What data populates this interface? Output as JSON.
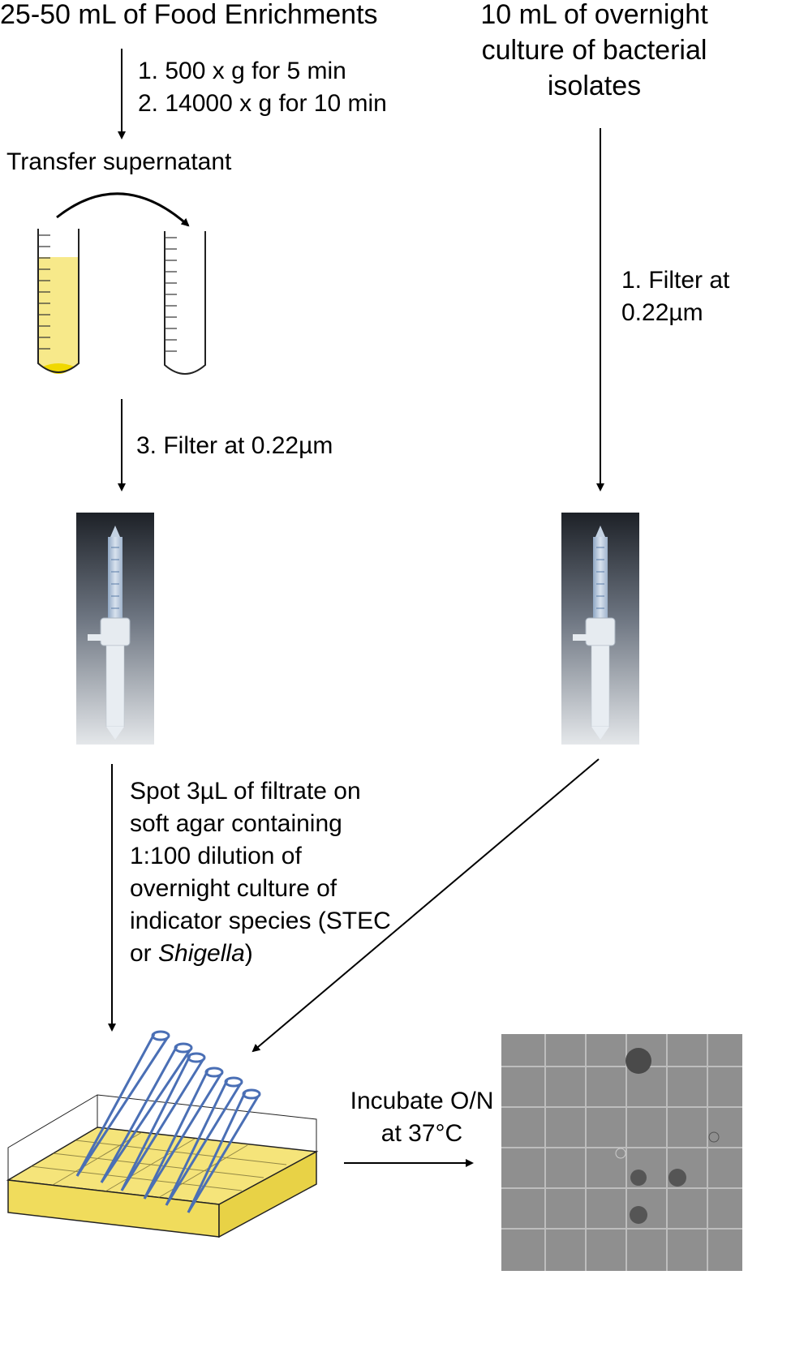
{
  "left_source": "25-50 mL of Food Enrichments",
  "right_source_lines": [
    "10 mL of overnight",
    "culture of bacterial",
    "isolates"
  ],
  "centrifuge_steps": [
    "1. 500 x g for 5 min",
    "2. 14000 x g for 10 min"
  ],
  "transfer_label": "Transfer supernatant",
  "filter_left": "3. Filter at 0.22µm",
  "filter_right_lines": [
    "1. Filter at",
    "0.22µm"
  ],
  "spot_lines": [
    "Spot 3µL of filtrate on",
    "soft agar containing",
    "1:100 dilution of",
    "overnight culture of",
    "indicator species (STEC"
  ],
  "spot_last_prefix": "or ",
  "spot_last_italic": "Shigella",
  "spot_last_suffix": ")",
  "incubate_lines": [
    "Incubate O/N",
    "at 37°C"
  ],
  "colors": {
    "supernatant": "#f7e98a",
    "pellet": "#f0d800",
    "agar": "#f5e47a",
    "pipette": "#4a6fb5",
    "plate_bg": "#8f8f8f"
  }
}
